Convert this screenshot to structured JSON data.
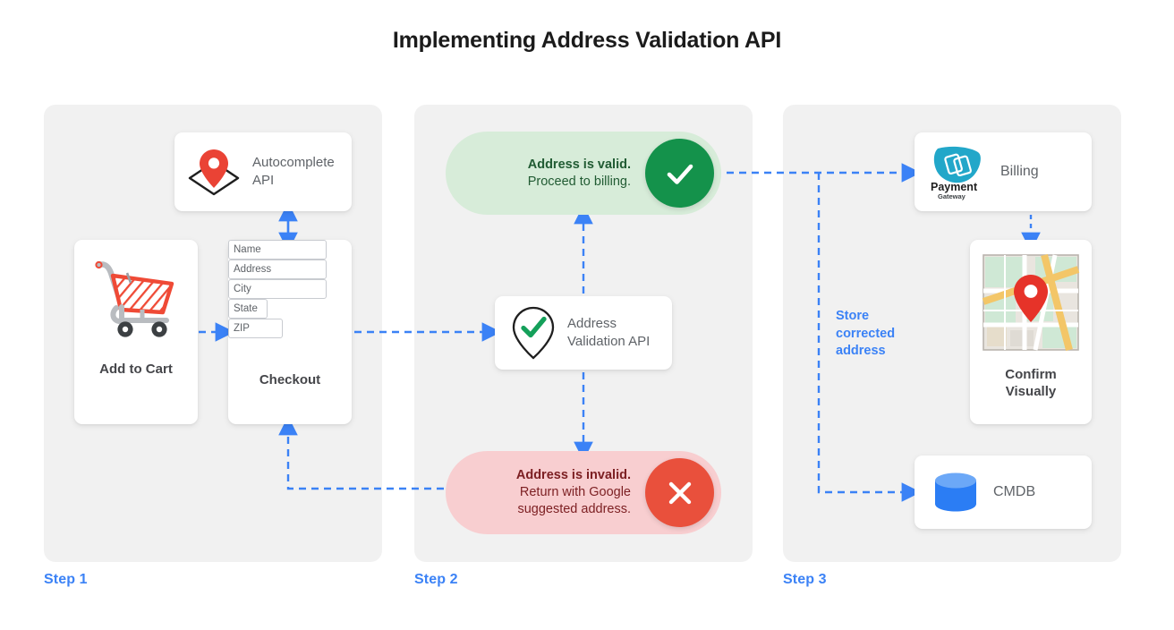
{
  "page": {
    "title": "Implementing Address Validation API",
    "accent_blue": "#3b82f6",
    "panel_bg": "#f1f1f1"
  },
  "steps": [
    {
      "label": "Step 1"
    },
    {
      "label": "Step 2"
    },
    {
      "label": "Step 3"
    }
  ],
  "step1": {
    "autocomplete_card": {
      "label_line1": "Autocomplete",
      "label_line2": "API",
      "icon": "map-pin-envelope-icon"
    },
    "cart_card": {
      "caption": "Add to Cart",
      "icon": "shopping-cart-icon"
    },
    "checkout_card": {
      "caption": "Checkout",
      "fields": [
        {
          "name": "name-field",
          "placeholder": "Name"
        },
        {
          "name": "address-field",
          "placeholder": "Address"
        },
        {
          "name": "city-field",
          "placeholder": "City"
        },
        {
          "name": "state-field",
          "placeholder": "State"
        },
        {
          "name": "zip-field",
          "placeholder": "ZIP"
        }
      ]
    }
  },
  "step2": {
    "valid_pill": {
      "headline": "Address is valid.",
      "subline": "Proceed to billing.",
      "badge_icon": "check-icon",
      "bg": "#d7ecd9",
      "badge_color": "#14924b"
    },
    "invalid_pill": {
      "headline": "Address is invalid.",
      "subline1": "Return with Google",
      "subline2": "suggested address.",
      "badge_icon": "close-icon",
      "bg": "#f8ced0",
      "badge_color": "#e9503c"
    },
    "validation_card": {
      "label_line1": "Address",
      "label_line2": "Validation API",
      "icon": "pin-check-icon"
    }
  },
  "step3": {
    "billing_card": {
      "label": "Billing",
      "logo_primary": "Payment",
      "logo_secondary": "Gateway",
      "icon": "payment-gateway-icon"
    },
    "map_card": {
      "caption_line1": "Confirm",
      "caption_line2": "Visually",
      "icon": "map-thumbnail-icon"
    },
    "cmdb_card": {
      "label": "CMDB",
      "icon": "database-icon"
    },
    "store_note": {
      "line1": "Store",
      "line2": "corrected",
      "line3": "address"
    }
  }
}
